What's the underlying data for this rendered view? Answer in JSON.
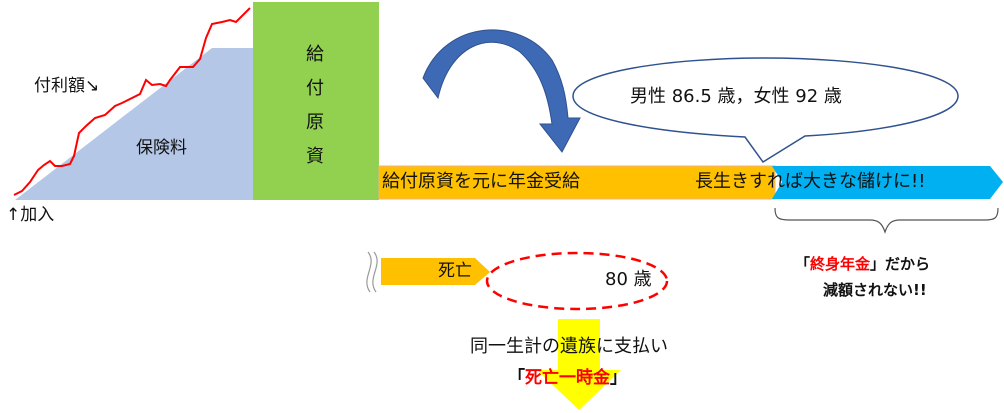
{
  "colors": {
    "premium_fill": "#b4c7e7",
    "fund_fill": "#92d050",
    "interest_line": "#ff0000",
    "pension_bar": "#ffc000",
    "longevity_bar": "#00b0f0",
    "curved_arrow": "#3e69b4",
    "death_ellipse": "#ff0000",
    "down_arrow": "#ffff00",
    "highlight_red": "#ff0000"
  },
  "accumulation": {
    "interest_label": "付利額↘",
    "premium_label": "保険料",
    "enroll_label": "↑加入",
    "fund_label_chars": [
      "給",
      "付",
      "原",
      "資"
    ]
  },
  "pension": {
    "bar_label": "給付原資を元に年金受給",
    "longevity_label_a": "長生きす",
    "longevity_label_b": "れば大きな儲けに!!",
    "callout_text": "男性 86.5 歳，女性 92 歳",
    "brace_note_open": "「",
    "brace_note_highlight": "終身年金",
    "brace_note_close": "」だから",
    "brace_note_line2": "減額されない!!"
  },
  "death": {
    "arrow_label": "死亡",
    "age_label": "80 歳",
    "payout_line": "同一生計の遺族に支払い",
    "payout_open": "「",
    "payout_highlight": "死亡一時金",
    "payout_close": "」"
  }
}
